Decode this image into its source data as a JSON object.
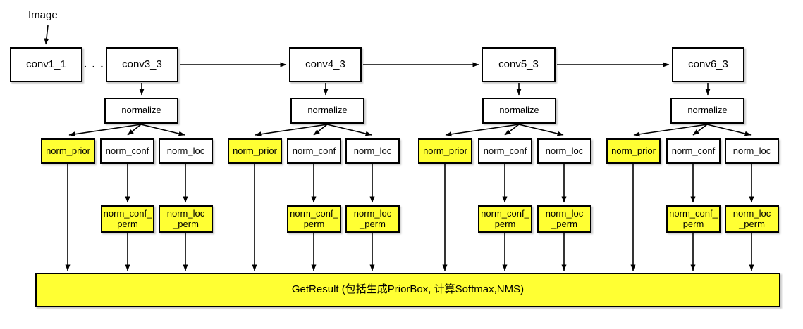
{
  "diagram": {
    "input_label": "Image",
    "conv1": "conv1_1",
    "ellipsis": ". . .",
    "columns": [
      {
        "conv": "conv3_3",
        "normalize": "normalize",
        "prior": "norm_prior",
        "conf": "norm_conf",
        "loc": "norm_loc",
        "conf_perm": [
          "norm_conf_",
          "perm"
        ],
        "loc_perm": [
          "norm_loc",
          "_perm"
        ]
      },
      {
        "conv": "conv4_3",
        "normalize": "normalize",
        "prior": "norm_prior",
        "conf": "norm_conf",
        "loc": "norm_loc",
        "conf_perm": [
          "norm_conf_",
          "perm"
        ],
        "loc_perm": [
          "norm_loc",
          "_perm"
        ]
      },
      {
        "conv": "conv5_3",
        "normalize": "normalize",
        "prior": "norm_prior",
        "conf": "norm_conf",
        "loc": "norm_loc",
        "conf_perm": [
          "norm_conf_",
          "perm"
        ],
        "loc_perm": [
          "norm_loc",
          "_perm"
        ]
      },
      {
        "conv": "conv6_3",
        "normalize": "normalize",
        "prior": "norm_prior",
        "conf": "norm_conf",
        "loc": "norm_loc",
        "conf_perm": [
          "norm_conf_",
          "perm"
        ],
        "loc_perm": [
          "norm_loc",
          "_perm"
        ]
      }
    ],
    "result": "GetResult (包括生成PriorBox, 计算Softmax,NMS)",
    "colors": {
      "highlight": "#FFFF33",
      "box_fill": "#FFFFFF",
      "border": "#000000",
      "arrow": "#000000"
    }
  }
}
